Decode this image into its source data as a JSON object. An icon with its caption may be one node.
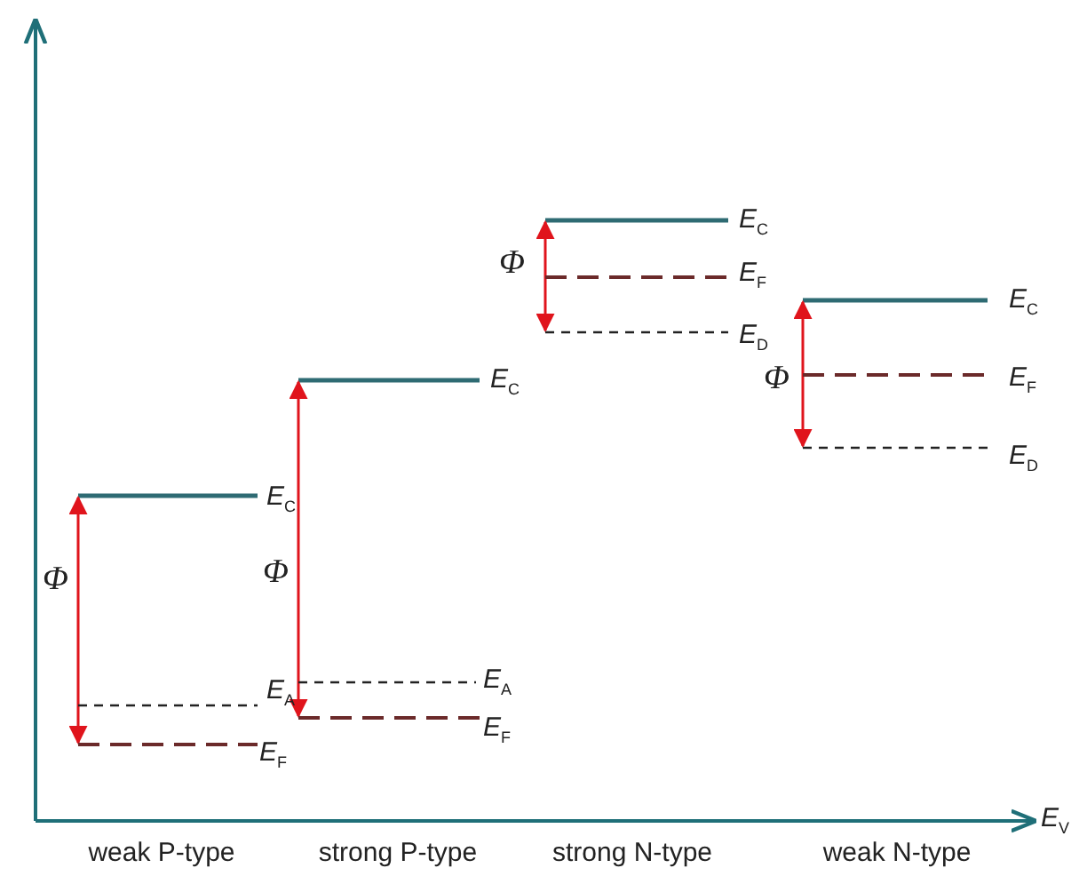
{
  "diagram": {
    "labels": [
      "*E*$_{C}$",
      "Φ",
      "*E*$_{A}$",
      "*E*$_{F}$",
      "*E*$_{C}$",
      "Φ",
      "*E*$_{A}$",
      "*E*$_{F}$",
      "*E*$_{C}$",
      "Φ",
      "*E*$_{F}$",
      "*E*$_{D}$",
      "*E*$_{C}$",
      "Φ",
      "*E*$_{F}$",
      "*E*$_{D}$",
      "weak P-type",
      "strong P-type",
      "strong N-type",
      "weak N-type",
      "*E*$_{V}$"
    ]
  }
}
